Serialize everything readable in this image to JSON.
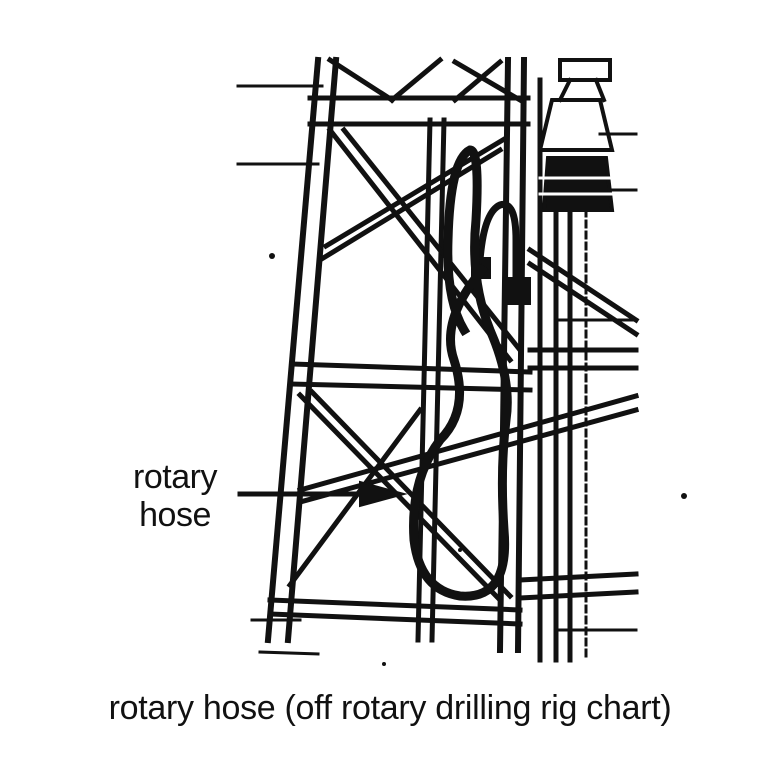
{
  "callout": {
    "line1": "rotary",
    "line2": "hose"
  },
  "caption": "rotary hose (off rotary drilling rig chart)",
  "colors": {
    "ink": "#111111",
    "paper": "#ffffff"
  }
}
